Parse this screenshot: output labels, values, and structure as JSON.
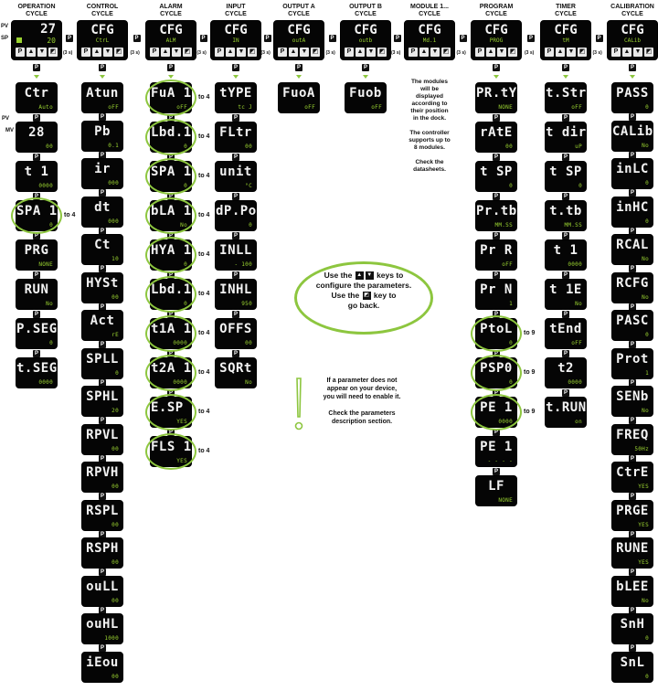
{
  "columns": [
    {
      "id": "op",
      "line1": "OPERATION",
      "line2": "CYCLE"
    },
    {
      "id": "ctrl",
      "line1": "CONTROL",
      "line2": "CYCLE"
    },
    {
      "id": "alm",
      "line1": "ALARM",
      "line2": "CYCLE"
    },
    {
      "id": "inp",
      "line1": "INPUT",
      "line2": "CYCLE"
    },
    {
      "id": "outa",
      "line1": "OUTPUT A",
      "line2": "CYCLE"
    },
    {
      "id": "outb",
      "line1": "OUTPUT B",
      "line2": "CYCLE"
    },
    {
      "id": "mod",
      "line1": "MODULE 1...",
      "line2": "CYCLE"
    },
    {
      "id": "prog",
      "line1": "PROGRAM",
      "line2": "CYCLE"
    },
    {
      "id": "timer",
      "line1": "TIMER",
      "line2": "CYCLE"
    },
    {
      "id": "cal",
      "line1": "CALIBRATION",
      "line2": "CYCLE"
    }
  ],
  "operation_home": {
    "pv_label": "PV",
    "sp_label": "SP",
    "pv_value": "27",
    "sp_value": "20"
  },
  "cfg_header": [
    {
      "main": "CFG",
      "sub": "CtrL"
    },
    {
      "main": "CFG",
      "sub": "ALM"
    },
    {
      "main": "CFG",
      "sub": "IN"
    },
    {
      "main": "CFG",
      "sub": "outA"
    },
    {
      "main": "CFG",
      "sub": "outb"
    },
    {
      "main": "CFG",
      "sub": "Md.1"
    },
    {
      "main": "CFG",
      "sub": "PROG"
    },
    {
      "main": "CFG",
      "sub": "tM"
    },
    {
      "main": "CFG",
      "sub": "CALib"
    }
  ],
  "transition_label": "(3 s)",
  "pv_mv": {
    "pv": "PV",
    "mv": "MV"
  },
  "operation_params": [
    {
      "main": "Ctr",
      "sub": "Auto"
    },
    {
      "main": "28",
      "sub": "00"
    },
    {
      "main": "t 1",
      "sub": "0000"
    },
    {
      "main": "SPA 1",
      "sub": "0"
    },
    {
      "main": "PRG",
      "sub": "NONE"
    },
    {
      "main": "RUN",
      "sub": "No"
    },
    {
      "main": "P.SEG",
      "sub": "0"
    },
    {
      "main": "t.SEG",
      "sub": "0000"
    }
  ],
  "control_params": [
    {
      "main": "Atun",
      "sub": "oFF"
    },
    {
      "main": "Pb",
      "sub": "0.1"
    },
    {
      "main": "ir",
      "sub": "000"
    },
    {
      "main": "dt",
      "sub": "000"
    },
    {
      "main": "Ct",
      "sub": "10"
    },
    {
      "main": "HYSt",
      "sub": "00"
    },
    {
      "main": "Act",
      "sub": "rE"
    },
    {
      "main": "SPLL",
      "sub": "0"
    },
    {
      "main": "SPHL",
      "sub": "20"
    },
    {
      "main": "RPVL",
      "sub": "00"
    },
    {
      "main": "RPVH",
      "sub": "00"
    },
    {
      "main": "RSPL",
      "sub": "00"
    },
    {
      "main": "RSPH",
      "sub": "00"
    },
    {
      "main": "ouLL",
      "sub": "00"
    },
    {
      "main": "ouHL",
      "sub": "1000"
    },
    {
      "main": "iEou",
      "sub": "00"
    }
  ],
  "alarm_params": [
    {
      "main": "FuA 1",
      "sub": "oFF"
    },
    {
      "main": "Lbd.1",
      "sub": "0"
    },
    {
      "main": "SPA 1",
      "sub": "0"
    },
    {
      "main": "bLA 1",
      "sub": "No"
    },
    {
      "main": "HYA 1",
      "sub": "0"
    },
    {
      "main": "Lbd.1",
      "sub": "0"
    },
    {
      "main": "t1A 1",
      "sub": "0000"
    },
    {
      "main": "t2A 1",
      "sub": "0000"
    },
    {
      "main": "E.SP 1",
      "sub": "YES"
    },
    {
      "main": "FLS 1",
      "sub": "YES"
    }
  ],
  "alarm_to": "to 4",
  "input_params": [
    {
      "main": "tYPE",
      "sub": "tc J"
    },
    {
      "main": "FLtr",
      "sub": "00"
    },
    {
      "main": "unit",
      "sub": "°C"
    },
    {
      "main": "dP.Po",
      "sub": "0"
    },
    {
      "main": "INLL",
      "sub": "- 100"
    },
    {
      "main": "INHL",
      "sub": "950"
    },
    {
      "main": "OFFS",
      "sub": "00"
    },
    {
      "main": "SQRt",
      "sub": "No"
    }
  ],
  "outa_params": [
    {
      "main": "FuoA",
      "sub": "oFF"
    }
  ],
  "outb_params": [
    {
      "main": "Fuob",
      "sub": "oFF"
    }
  ],
  "module_info": [
    "The modules",
    "will be",
    "displayed",
    "according to",
    "their position",
    "in the dock.",
    "",
    "The controller",
    "supports up  to",
    "8 modules.",
    "",
    "Check the",
    "datasheets."
  ],
  "program_params": [
    {
      "main": "PR.tY",
      "sub": "NONE"
    },
    {
      "main": "rAtE",
      "sub": "00"
    },
    {
      "main": "t SP",
      "sub": "0"
    },
    {
      "main": "Pr.tb",
      "sub": "MM.SS"
    },
    {
      "main": "Pr R",
      "sub": "oFF"
    },
    {
      "main": "Pr N",
      "sub": "1"
    },
    {
      "main": "PtoL",
      "sub": "0"
    },
    {
      "main": "PSP0",
      "sub": "0"
    },
    {
      "main": "PE 1",
      "sub": "0000"
    },
    {
      "main": "PE 1",
      "sub": "- - - -"
    },
    {
      "main": "LF",
      "sub": "NONE"
    }
  ],
  "program_to": "to 9",
  "timer_params": [
    {
      "main": "t.Str",
      "sub": "oFF"
    },
    {
      "main": "t dir",
      "sub": "uP"
    },
    {
      "main": "t SP",
      "sub": "0"
    },
    {
      "main": "t.tb",
      "sub": "MM.SS"
    },
    {
      "main": "t 1",
      "sub": "0000"
    },
    {
      "main": "t 1E",
      "sub": "No"
    },
    {
      "main": "tEnd",
      "sub": "oFF"
    },
    {
      "main": "t2",
      "sub": "0000"
    },
    {
      "main": "t.RUN",
      "sub": "on"
    }
  ],
  "calibration_params": [
    {
      "main": "PASS",
      "sub": "0"
    },
    {
      "main": "CALib",
      "sub": "No"
    },
    {
      "main": "inLC",
      "sub": "0"
    },
    {
      "main": "inHC",
      "sub": "0"
    },
    {
      "main": "RCAL",
      "sub": "No"
    },
    {
      "main": "RCFG",
      "sub": "No"
    },
    {
      "main": "PASC",
      "sub": "0"
    },
    {
      "main": "Prot",
      "sub": "1"
    },
    {
      "main": "SENb",
      "sub": "No"
    },
    {
      "main": "FREQ",
      "sub": "50Hz"
    },
    {
      "main": "CtrE",
      "sub": "YES"
    },
    {
      "main": "PRGE",
      "sub": "YES"
    },
    {
      "main": "RUNE",
      "sub": "YES"
    },
    {
      "main": "bLEE",
      "sub": "No"
    },
    {
      "main": "SnH",
      "sub": "0"
    },
    {
      "main": "SnL",
      "sub": "0"
    }
  ],
  "help": {
    "line1a": "Use the",
    "line1b": "keys to",
    "line2": "configure the parameters.",
    "line3a": "Use the",
    "line3b": "key to",
    "line4": "go back."
  },
  "note": {
    "lines": [
      "If a parameter does not",
      "appear on your device,",
      "you will need to enable it.",
      "",
      "Check the parameters",
      "description section."
    ]
  },
  "key_glyphs": {
    "p": "P",
    "up": "▲",
    "down": "▼",
    "back": "◩"
  }
}
